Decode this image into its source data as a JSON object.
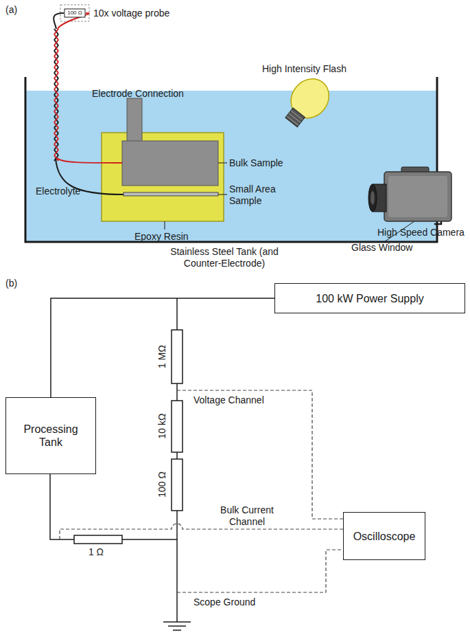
{
  "diagram": {
    "nodes": [
      {
        "text": [
          "100 kW Power Supply"
        ]
      },
      {
        "text": [
          "Processing Tank"
        ]
      },
      {
        "text": [
          "Oscilloscope"
        ]
      }
    ],
    "edges": [
      {
        "from": 0,
        "to": 1,
        "arrow": "none"
      }
    ],
    "labels": [
      "(a)",
      "100 Ω",
      "10x voltage probe",
      "Electrode Connection",
      "High Intensity Flash",
      "Bulk Sample",
      "Small Area Sample",
      "Electrolyte",
      "Epoxy Resin",
      "Glass Window",
      "High Speed Camera",
      "Stainless Steel Tank (and Counter-Electrode)",
      "(b)",
      "1 MΩ",
      "Voltage Channel",
      "10 kΩ",
      "100 Ω",
      "Bulk Current Channel",
      "1 Ω",
      "Scope Ground"
    ]
  }
}
